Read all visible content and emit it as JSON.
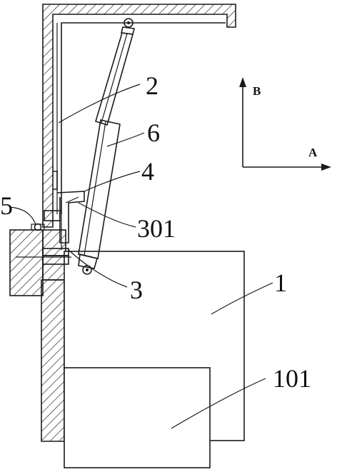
{
  "labels": {
    "part_2": "2",
    "part_6": "6",
    "part_4": "4",
    "part_5": "5",
    "part_301": "301",
    "part_3": "3",
    "part_1": "1",
    "part_101": "101"
  },
  "axes": {
    "vertical": "B",
    "horizontal": "A"
  }
}
